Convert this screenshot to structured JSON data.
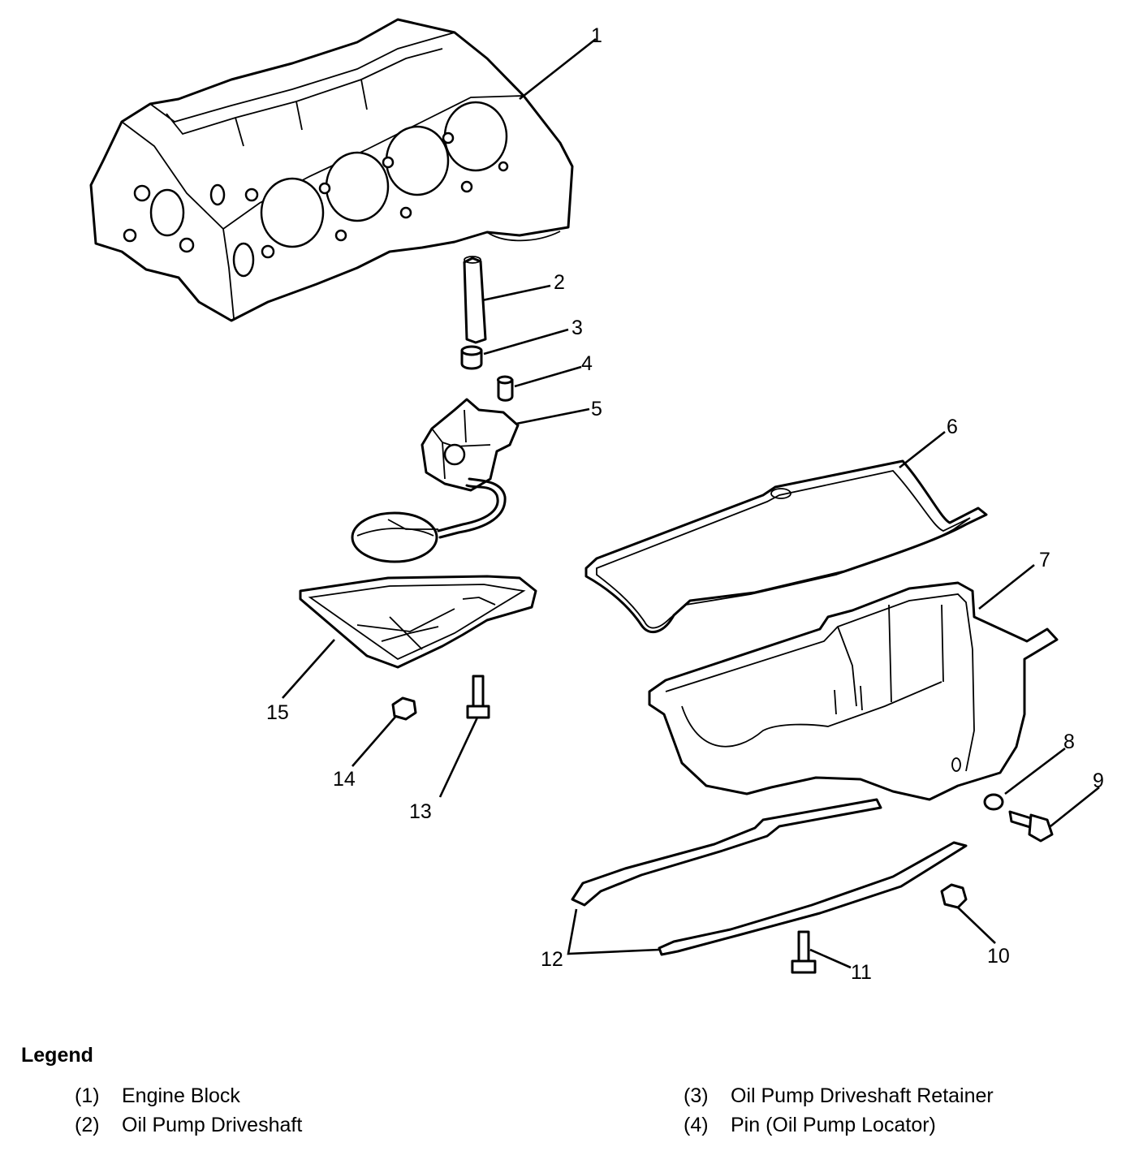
{
  "callouts": [
    "1",
    "2",
    "3",
    "4",
    "5",
    "6",
    "7",
    "8",
    "9",
    "10",
    "11",
    "12",
    "13",
    "14",
    "15"
  ],
  "legend": {
    "title": "Legend",
    "items": [
      {
        "num": "(1)",
        "label": "Engine Block"
      },
      {
        "num": "(2)",
        "label": "Oil Pump Driveshaft"
      },
      {
        "num": "(3)",
        "label": "Oil Pump Driveshaft Retainer"
      },
      {
        "num": "(4)",
        "label": "Pin (Oil Pump Locator)"
      }
    ]
  }
}
